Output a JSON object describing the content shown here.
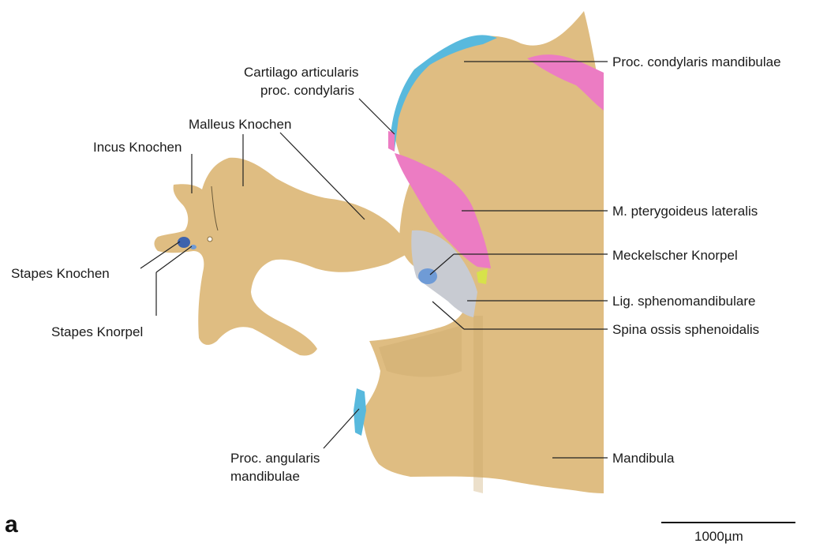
{
  "labels": {
    "proc_condylaris": "Proc. condylaris mandibulae",
    "cartilago_1": "Cartilago articularis",
    "cartilago_2": "proc. condylaris",
    "malleus": "Malleus Knochen",
    "incus": "Incus Knochen",
    "stapes_knochen": "Stapes Knochen",
    "stapes_knorpel": "Stapes Knorpel",
    "pterygoideus": "M. pterygoideus lateralis",
    "meckel": "Meckelscher Knorpel",
    "lig_spheno": "Lig. sphenomandibulare",
    "spina": "Spina ossis sphenoidalis",
    "angularis_1": "Proc. angularis",
    "angularis_2": "mandibulae",
    "mandibula": "Mandibula"
  },
  "panel_letter": "a",
  "scale_bar": {
    "text": "1000µm"
  },
  "colors": {
    "bone": "#dfbd82",
    "bone_shadow": "#c9a56a",
    "cartilage": "#58b9dd",
    "muscle": "#ec7cc3",
    "ligament": "#c8cbd2",
    "meckel": "#6f9bd6",
    "stapes": "#3e63ad",
    "spina": "#d7e24a"
  }
}
